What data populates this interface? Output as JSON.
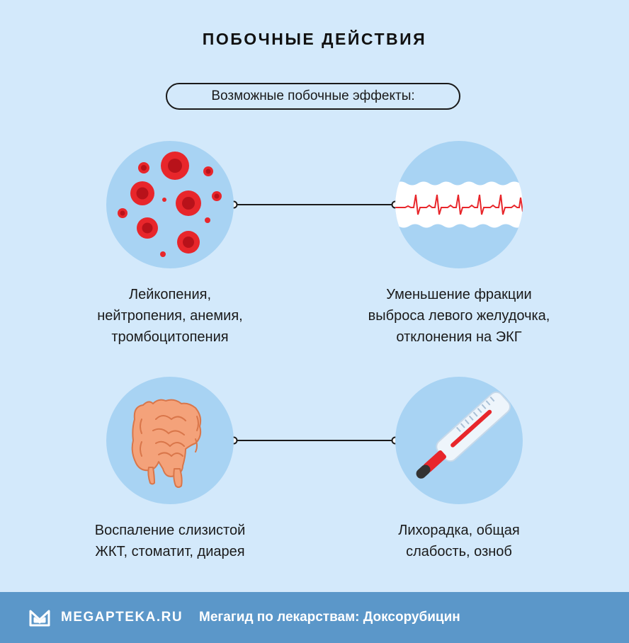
{
  "title": "ПОБОЧНЫЕ ДЕЙСТВИЯ",
  "subtitle": "Возможные побочные эффекты:",
  "items": [
    {
      "icon": "blood-cells-icon",
      "lines": [
        "Лейкопения,",
        "нейтропения, анемия,",
        "тромбоцитопения"
      ]
    },
    {
      "icon": "ecg-icon",
      "lines": [
        "Уменьшение фракции",
        "выброса левого желудочка,",
        "отклонения на ЭКГ"
      ]
    },
    {
      "icon": "intestines-icon",
      "lines": [
        "Воспаление слизистой",
        "ЖКТ, стоматит, диарея"
      ]
    },
    {
      "icon": "thermometer-icon",
      "lines": [
        "Лихорадка, общая",
        "слабость, озноб"
      ]
    }
  ],
  "footer": {
    "brand": "MEGAPTEKA.RU",
    "text": "Мегагид по лекарствам: Доксорубицин"
  },
  "colors": {
    "background": "#d3e9fb",
    "circle": "#a8d3f3",
    "footer": "#5b97c9",
    "accent_red": "#e8262b",
    "intestine": "#f4a27a"
  }
}
